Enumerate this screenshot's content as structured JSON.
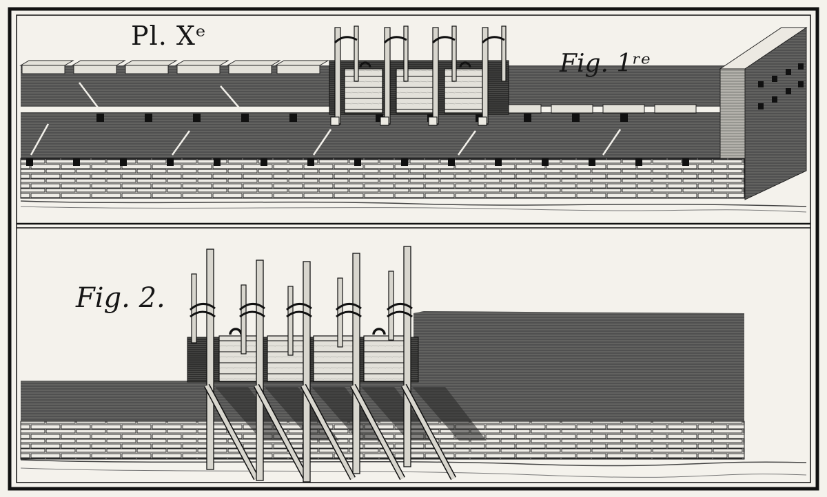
{
  "plate": {
    "title": "Pl. Xᵉ"
  },
  "figure_1": {
    "caption": "Fig. 1ʳᵉ"
  },
  "figure_2": {
    "caption": "Fig. 2."
  },
  "colors": {
    "paper": "#f4f2ec",
    "ink": "#161616",
    "hatch": "#3a3a3a",
    "frame": "#111111"
  }
}
